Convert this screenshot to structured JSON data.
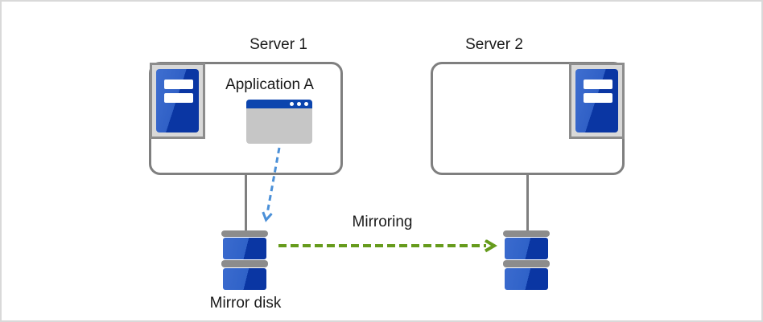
{
  "diagram": {
    "server1": {
      "label": "Server 1",
      "application": "Application A"
    },
    "server2": {
      "label": "Server 2"
    },
    "mirroring": {
      "label": "Mirroring"
    },
    "mirror_disk": {
      "label": "Mirror disk"
    },
    "colors": {
      "disk_blue_light": "#3b6bce",
      "disk_blue_dark": "#0a36a3",
      "titlebar_blue": "#0c45ae",
      "arrow_blue": "#4b90d8",
      "arrow_green": "#669b1c",
      "box_border_gray": "#7f7f7f",
      "icon_frame_gray": "#8c8c8c",
      "icon_frame_fill": "#d9d9d9",
      "window_body_gray": "#c6c6c6"
    }
  }
}
